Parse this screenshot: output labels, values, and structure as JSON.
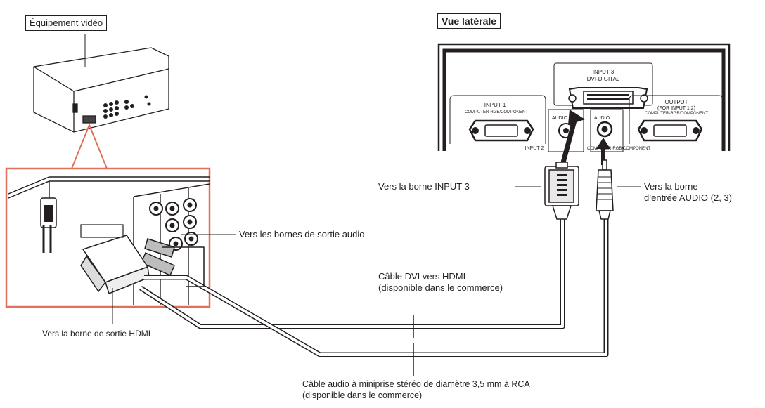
{
  "labels": {
    "video_equipment": "Équipement vidéo",
    "side_view": "Vue latérale",
    "to_input3": "Vers la borne  INPUT 3",
    "to_audio_in_1": "Vers la borne",
    "to_audio_in_2": "d’entrée AUDIO (2, 3)",
    "to_audio_out": "Vers les bornes de sortie audio",
    "dvi_cable_1": "Câble DVI vers HDMI",
    "dvi_cable_2": "(disponible dans le commerce)",
    "hdmi_out": "Vers la borne de sortie HDMI",
    "audio_cable_1": "Câble audio à miniprise stéréo de diamètre 3,5 mm à RCA",
    "audio_cable_2": "(disponible dans le commerce)"
  },
  "panel": {
    "input3_1": "INPUT 3",
    "input3_2": "DVI-DIGITAL",
    "input1_1": "INPUT 1",
    "input1_2": "COMPUTER-RGB/COMPONENT",
    "output_1": "OUTPUT",
    "output_2": "(FOR INPUT 1,2)",
    "output_3": "COMPUTER-RGB/COMPONENT",
    "audio_a": "AUDIO",
    "audio_b": "AUDIO",
    "input2": "INPUT 2",
    "comp_bottom": "COMPUTER-RGB/COMPONENT"
  },
  "colors": {
    "accent": "#e0705a",
    "line": "#231f20",
    "cable": "#ffffff"
  }
}
